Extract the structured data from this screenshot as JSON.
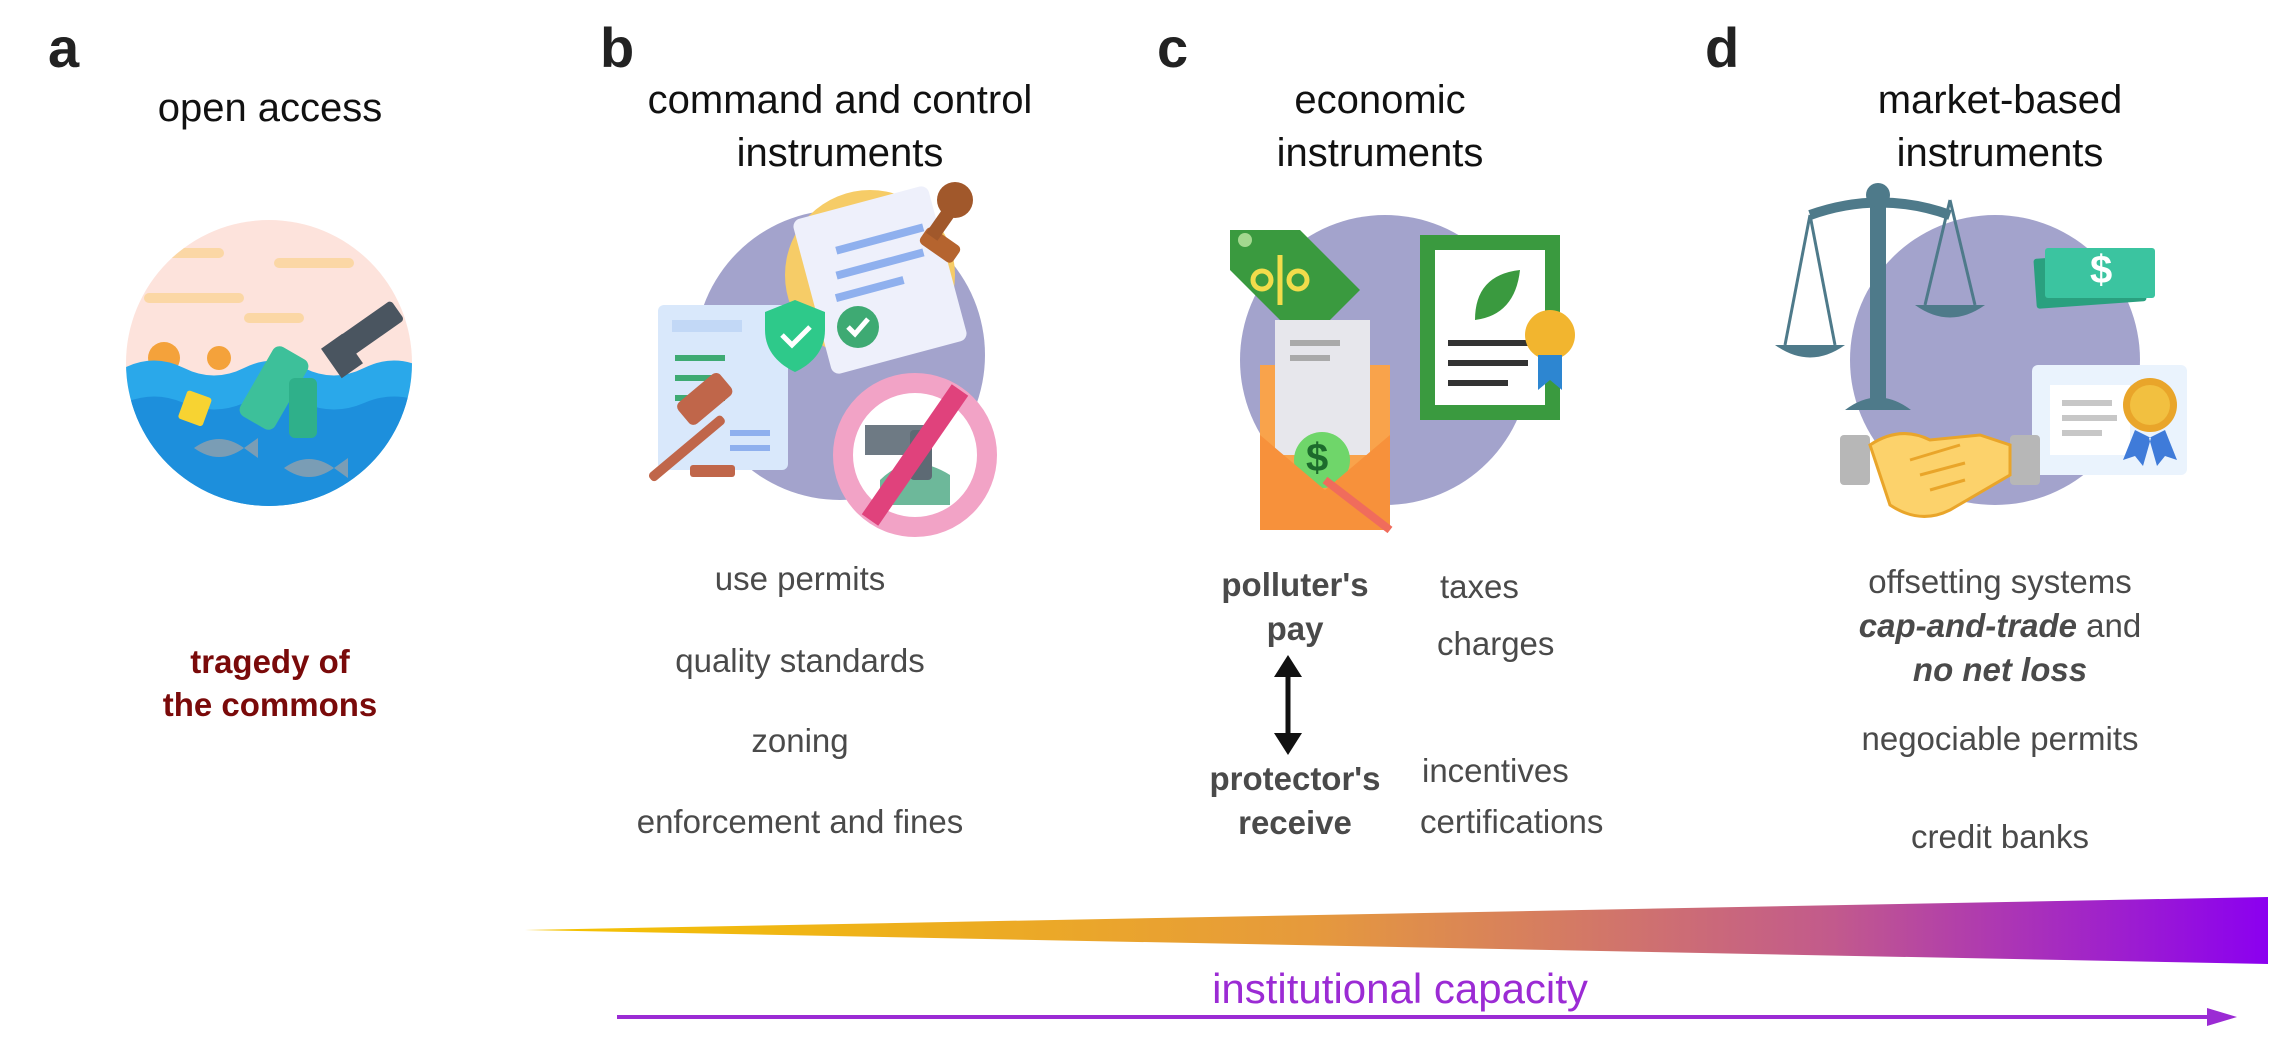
{
  "panels": {
    "a": {
      "letter": "a",
      "title": "open access",
      "footer_line1": "tragedy of",
      "footer_line2": "the commons"
    },
    "b": {
      "letter": "b",
      "title_line1": "command and control",
      "title_line2": "instruments",
      "items": [
        "use permits",
        "quality standards",
        "zoning",
        "enforcement and fines"
      ]
    },
    "c": {
      "letter": "c",
      "title_line1": "economic",
      "title_line2": "instruments",
      "left_top_line1": "polluter's",
      "left_top_line2": "pay",
      "left_bottom_line1": "protector's",
      "left_bottom_line2": "receive",
      "items": [
        "taxes",
        "charges",
        "incentives",
        "certifications"
      ],
      "tag_symbol": "%",
      "money_symbol": "$"
    },
    "d": {
      "letter": "d",
      "title_line1": "market-based",
      "title_line2": "instruments",
      "line1": "offsetting systems",
      "line2_bold": "cap-and-trade",
      "line2_rest": " and",
      "line3_bold": "no net loss",
      "items": [
        "negociable permits",
        "credit banks"
      ],
      "money_symbol": "$"
    }
  },
  "capacity": {
    "label": "institutional capacity",
    "gradient": [
      "#f5c400",
      "#e69a3c",
      "#c25a8c",
      "#8b00f0"
    ],
    "arrow_color": "#9b2bd4"
  },
  "icons": [
    "water-pollution-icon",
    "permit-document-icon",
    "stamp-icon",
    "shield-check-icon",
    "gavel-icon",
    "no-pipe-icon",
    "discount-tag-icon",
    "eco-certificate-icon",
    "envelope-bill-icon",
    "scales-icon",
    "banknote-icon",
    "handshake-icon",
    "award-certificate-icon"
  ],
  "colors": {
    "disc": "#a3a3cc",
    "dark_red": "#7a0a0a"
  }
}
